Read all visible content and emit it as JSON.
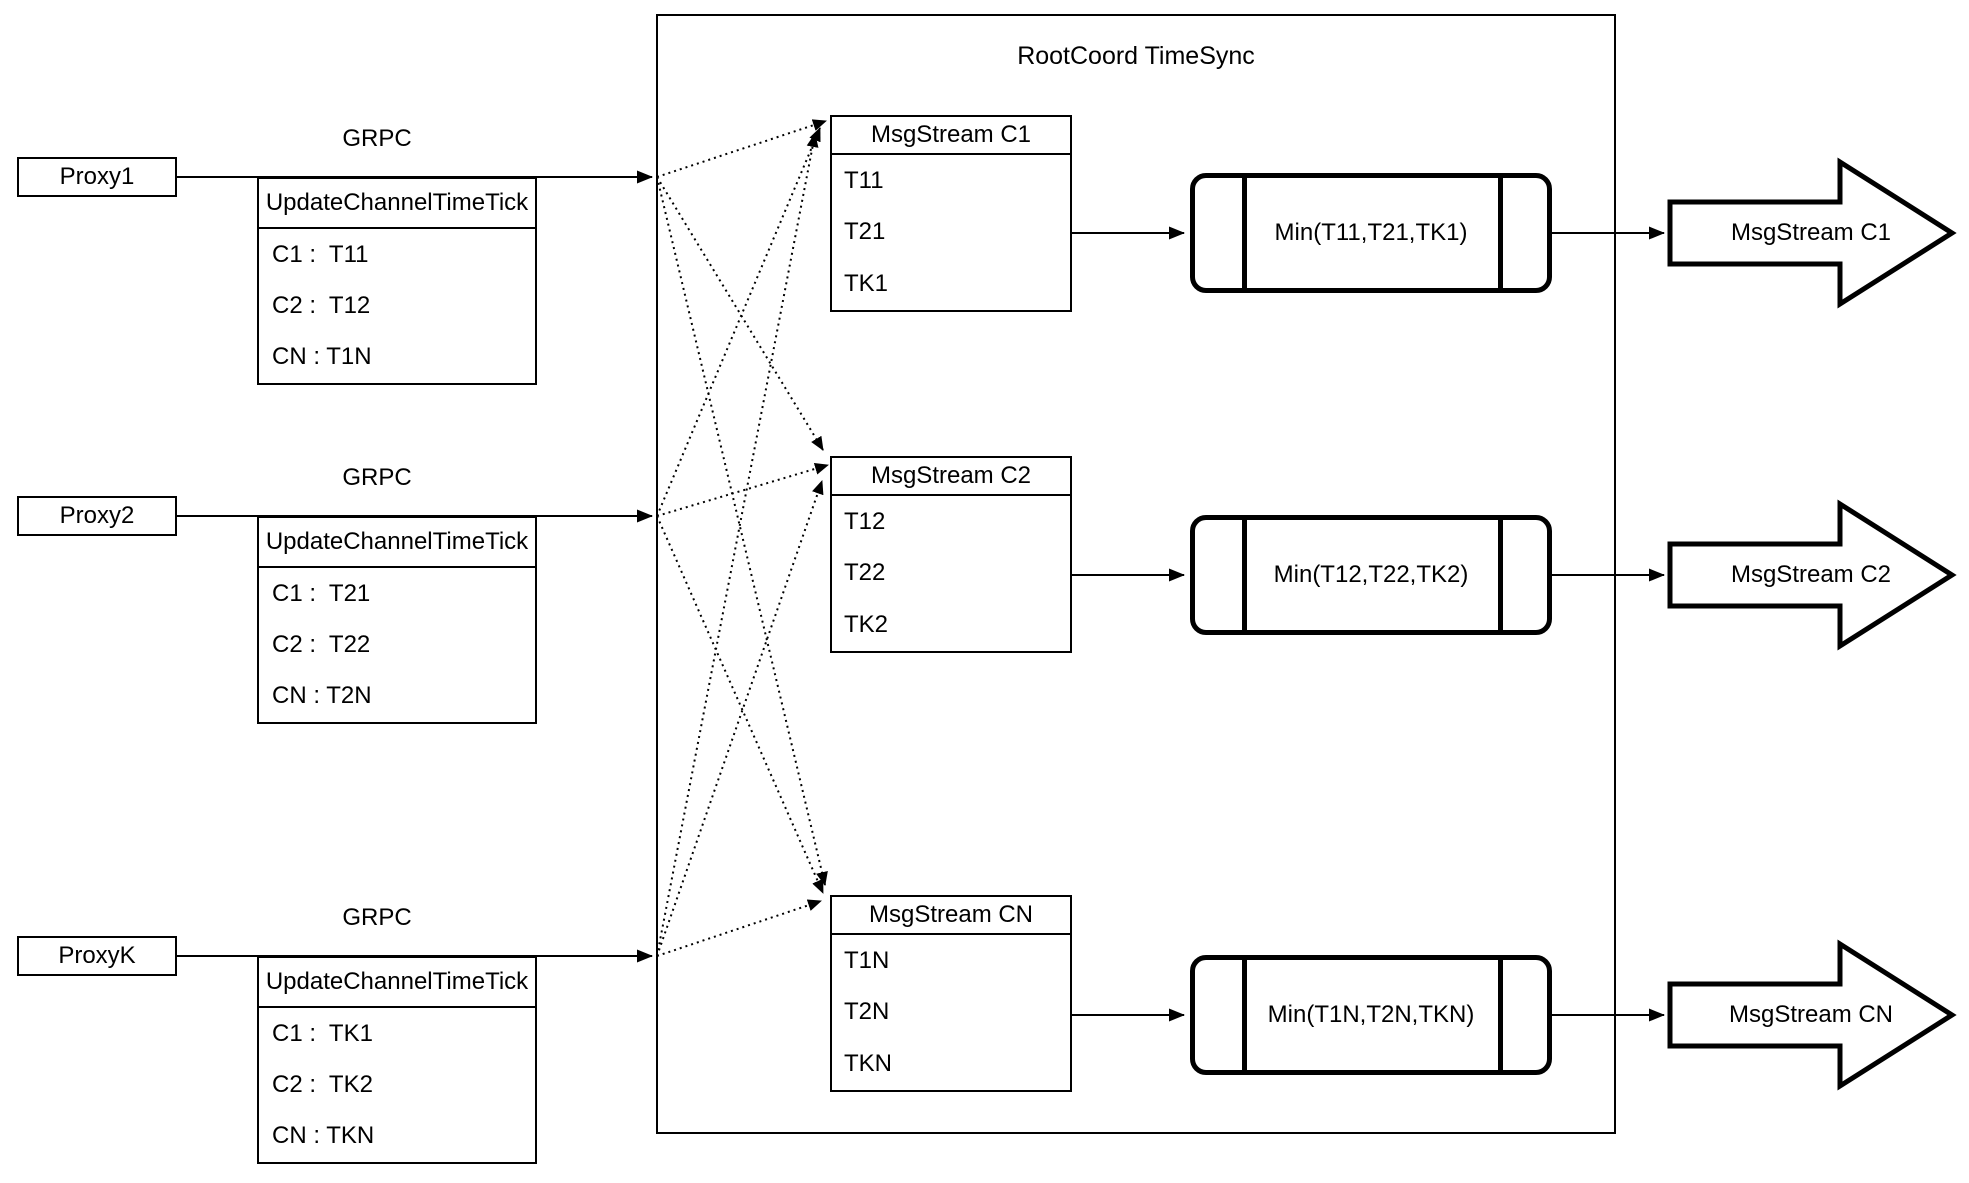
{
  "container": {
    "title": "RootCoord TimeSync"
  },
  "rows": [
    {
      "proxy_label": "Proxy1",
      "grpc_label": "GRPC",
      "update_table": {
        "header": "UpdateChannelTimeTick",
        "rows": [
          "C1 :  T11",
          "C2 :  T12",
          "CN : T1N"
        ]
      },
      "msgstream_table": {
        "header": "MsgStream C1",
        "rows": [
          "T11",
          "T21",
          "TK1"
        ]
      },
      "min_label": "Min(T11,T21,TK1)",
      "output_label": "MsgStream C1"
    },
    {
      "proxy_label": "Proxy2",
      "grpc_label": "GRPC",
      "update_table": {
        "header": "UpdateChannelTimeTick",
        "rows": [
          "C1 :  T21",
          "C2 :  T22",
          "CN : T2N"
        ]
      },
      "msgstream_table": {
        "header": "MsgStream C2",
        "rows": [
          "T12",
          "T22",
          "TK2"
        ]
      },
      "min_label": "Min(T12,T22,TK2)",
      "output_label": "MsgStream C2"
    },
    {
      "proxy_label": "ProxyK",
      "grpc_label": "GRPC",
      "update_table": {
        "header": "UpdateChannelTimeTick",
        "rows": [
          "C1 :  TK1",
          "C2 :  TK2",
          "CN : TKN"
        ]
      },
      "msgstream_table": {
        "header": "MsgStream CN",
        "rows": [
          "T1N",
          "T2N",
          "TKN"
        ]
      },
      "min_label": "Min(T1N,T2N,TKN)",
      "output_label": "MsgStream CN"
    }
  ]
}
